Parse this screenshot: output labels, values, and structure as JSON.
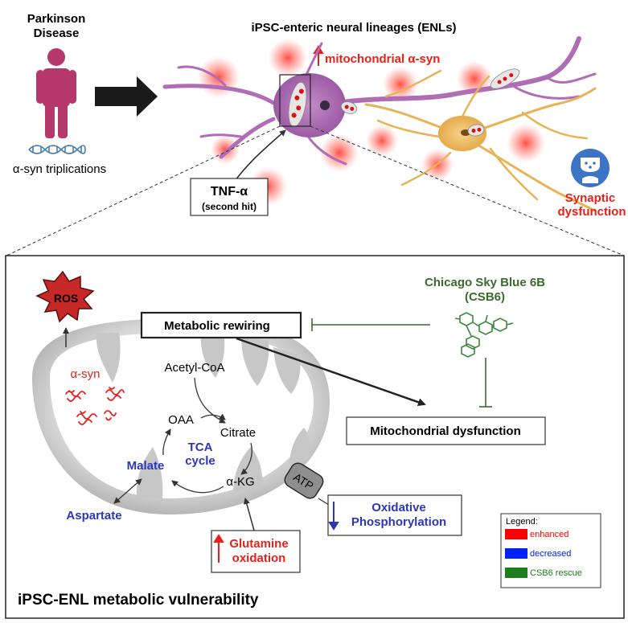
{
  "top": {
    "disease_line1": "Parkinson",
    "disease_line2": "Disease",
    "genetics_label": "α-syn triplications",
    "model_title": "iPSC-enteric neural lineages (ENLs)",
    "mito_label": "mitochondrial α-syn",
    "tnf_line1": "TNF-α",
    "tnf_line2": "(second hit)",
    "synaptic_line1": "Synaptic",
    "synaptic_line2": "dysfunction"
  },
  "panel": {
    "title": "iPSC-ENL metabolic vulnerability",
    "ros": "ROS",
    "asyn": "α-syn",
    "acetyl_coa": "Acetyl-CoA",
    "oaa": "OAA",
    "citrate": "Citrate",
    "tca_line1": "TCA",
    "tca_line2": "cycle",
    "malate": "Malate",
    "akg": "α-KG",
    "aspartate": "Aspartate",
    "glutamine_line1": "Glutamine",
    "glutamine_line2": "oxidation",
    "atp": "ATP",
    "oxphos_line1": "Oxidative",
    "oxphos_line2": "Phosphorylation",
    "metabolic_rewiring": "Metabolic rewiring",
    "mito_dysfunction": "Mitochondrial dysfunction",
    "csb6_line1": "Chicago Sky Blue 6B",
    "csb6_line2": "(CSB6)"
  },
  "legend": {
    "title": "Legend:",
    "items": [
      {
        "label": "enhanced",
        "color": "#ff0000"
      },
      {
        "label": "decreased",
        "color": "#0022ff"
      },
      {
        "label": "CSB6 rescue",
        "color": "#1e7d1e"
      }
    ]
  },
  "colors": {
    "enhanced": "#e8201a",
    "decreased": "#2b37b5",
    "rescue": "#3b6a2f",
    "person": "#b5386b"
  }
}
